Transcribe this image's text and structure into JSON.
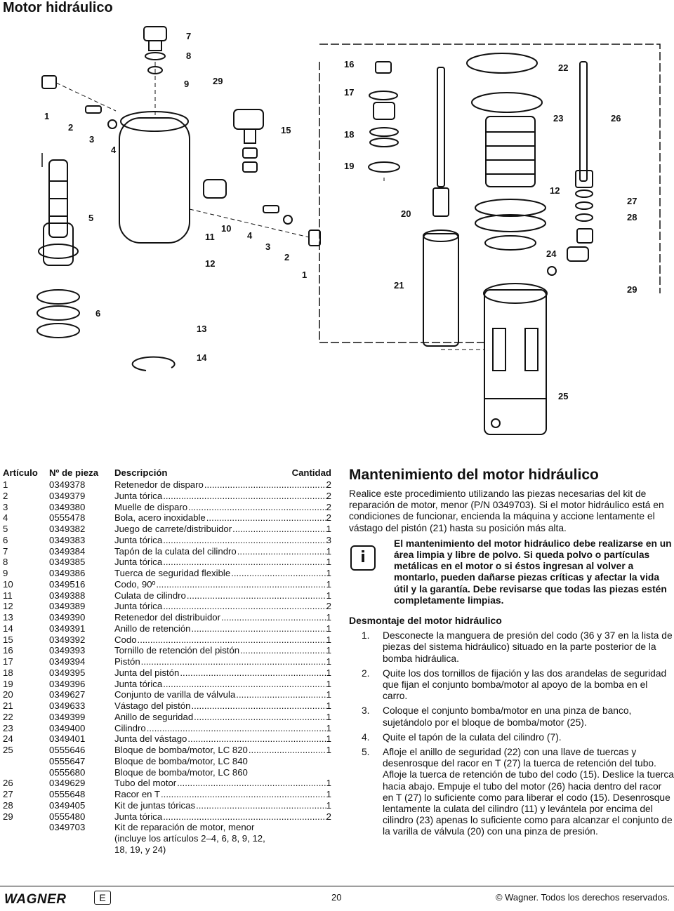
{
  "page": {
    "title": "Motor hidráulico"
  },
  "diagram": {
    "labels": [
      "7",
      "8",
      "9",
      "29",
      "1",
      "2",
      "3",
      "4",
      "15",
      "5",
      "6",
      "11",
      "10",
      "12",
      "4",
      "3",
      "2",
      "1",
      "13",
      "14",
      "16",
      "17",
      "18",
      "19",
      "22",
      "23",
      "26",
      "12",
      "27",
      "28",
      "20",
      "24",
      "21",
      "29",
      "25"
    ]
  },
  "parts_table": {
    "headers": {
      "item": "Artículo",
      "part": "Nº de pieza",
      "desc": "Descripción",
      "qty": "Cantidad"
    },
    "rows": [
      {
        "item": "1",
        "part": "0349378",
        "desc": "Retenedor de disparo",
        "qty": "2"
      },
      {
        "item": "2",
        "part": "0349379",
        "desc": "Junta tórica",
        "qty": "2"
      },
      {
        "item": "3",
        "part": "0349380",
        "desc": "Muelle de disparo",
        "qty": "2"
      },
      {
        "item": "4",
        "part": "0555478",
        "desc": "Bola, acero inoxidable",
        "qty": "2"
      },
      {
        "item": "5",
        "part": "0349382",
        "desc": "Juego de carrete/distribuidor",
        "qty": "1"
      },
      {
        "item": "6",
        "part": "0349383",
        "desc": "Junta tórica",
        "qty": "3"
      },
      {
        "item": "7",
        "part": "0349384",
        "desc": "Tapón de la culata del cilindro",
        "qty": "1"
      },
      {
        "item": "8",
        "part": "0349385",
        "desc": "Junta tórica",
        "qty": "1"
      },
      {
        "item": "9",
        "part": "0349386",
        "desc": "Tuerca de seguridad flexible",
        "qty": "1"
      },
      {
        "item": "10",
        "part": "0349516",
        "desc": "Codo, 90º",
        "qty": "1"
      },
      {
        "item": "11",
        "part": "0349388",
        "desc": "Culata de cilindro",
        "qty": "1"
      },
      {
        "item": "12",
        "part": "0349389",
        "desc": "Junta tórica",
        "qty": "2"
      },
      {
        "item": "13",
        "part": "0349390",
        "desc": "Retenedor del distribuidor",
        "qty": "1"
      },
      {
        "item": "14",
        "part": "0349391",
        "desc": "Anillo de retención",
        "qty": "1"
      },
      {
        "item": "15",
        "part": "0349392",
        "desc": "Codo",
        "qty": "1"
      },
      {
        "item": "16",
        "part": "0349393",
        "desc": "Tornillo de retención del pistón",
        "qty": "1"
      },
      {
        "item": "17",
        "part": "0349394",
        "desc": "Pistón",
        "qty": "1"
      },
      {
        "item": "18",
        "part": "0349395",
        "desc": "Junta del pistón",
        "qty": "1"
      },
      {
        "item": "19",
        "part": "0349396",
        "desc": "Junta tórica",
        "qty": "1"
      },
      {
        "item": "20",
        "part": "0349627",
        "desc": "Conjunto de varilla de válvula",
        "qty": "1"
      },
      {
        "item": "21",
        "part": "0349633",
        "desc": "Vástago del pistón",
        "qty": "1"
      },
      {
        "item": "22",
        "part": "0349399",
        "desc": "Anillo de seguridad",
        "qty": "1"
      },
      {
        "item": "23",
        "part": "0349400",
        "desc": "Cilindro",
        "qty": "1"
      },
      {
        "item": "24",
        "part": "0349401",
        "desc": "Junta del vástago",
        "qty": "1"
      },
      {
        "item": "25",
        "part": "0555646",
        "desc": "Bloque de bomba/motor, LC 820",
        "qty": "1"
      },
      {
        "item": "",
        "part": "0555647",
        "desc": "Bloque de bomba/motor, LC 840",
        "qty": ""
      },
      {
        "item": "",
        "part": "0555680",
        "desc": "Bloque de bomba/motor, LC 860",
        "qty": ""
      },
      {
        "item": "26",
        "part": "0349629",
        "desc": "Tubo del motor",
        "qty": "1"
      },
      {
        "item": "27",
        "part": "0555648",
        "desc": "Racor en T",
        "qty": "1"
      },
      {
        "item": "28",
        "part": "0349405",
        "desc": "Kit de juntas tóricas",
        "qty": "1"
      },
      {
        "item": "29",
        "part": "0555480",
        "desc": "Junta tórica",
        "qty": "2"
      },
      {
        "item": "",
        "part": "0349703",
        "desc": "Kit de reparación de motor, menor",
        "qty": ""
      },
      {
        "item": "",
        "part": "",
        "desc": "(incluye los artículos 2–4, 6, 8, 9, 12,",
        "qty": ""
      },
      {
        "item": "",
        "part": "",
        "desc": "18, 19, y 24)",
        "qty": ""
      }
    ]
  },
  "maintenance": {
    "title": "Mantenimiento del motor hidráulico",
    "intro": "Realice este procedimiento utilizando las piezas necesarias del kit de reparación de motor, menor (P/N 0349703). Si el motor hidráulico está en condiciones de funcionar, encienda la máquina y accione lentamente el vástago del pistón (21) hasta su posición más alta.",
    "note_icon": "info-icon",
    "note": "El mantenimiento del motor hidráulico debe realizarse en un área limpia y libre de polvo. Si queda polvo o partículas metálicas en el motor o si éstos ingresan al volver a montarlo, pueden dañarse piezas críticas y afectar la vida útil y la garantía. Debe revisarse que todas las piezas estén completamente limpias.",
    "subtitle": "Desmontaje del motor hidráulico",
    "steps": [
      {
        "num": "1.",
        "text": "Desconecte la manguera de presión del codo (36 y 37 en la lista de piezas del sistema hidráulico) situado en la parte posterior de la bomba hidráulica."
      },
      {
        "num": "2.",
        "text": "Quite los dos tornillos de fijación y las dos arandelas de seguridad que fijan el conjunto bomba/motor al apoyo de la bomba en el carro."
      },
      {
        "num": "3.",
        "text": "Coloque el conjunto bomba/motor en una pinza de banco, sujetándolo por el bloque de bomba/motor (25)."
      },
      {
        "num": "4.",
        "text": "Quite el tapón de la culata del cilindro (7)."
      },
      {
        "num": "5.",
        "text": "Afloje el anillo de seguridad (22) con una llave de tuercas y desenrosque del racor en T (27) la tuerca de retención del tubo. Afloje la tuerca de retención de tubo del codo (15). Deslice la tuerca hacia abajo. Empuje el tubo del motor (26) hacia dentro del racor en T (27) lo suficiente como para liberar el codo (15). Desenrosque lentamente la culata del cilindro (11) y levántela por encima del cilindro (23) apenas lo suficiente como para alcanzar el conjunto de la varilla de válvula (20) con una pinza de presión."
      }
    ]
  },
  "footer": {
    "brand": "WAGNER",
    "lang": "E",
    "page_number": "20",
    "copyright": "© Wagner. Todos los derechos reservados."
  }
}
